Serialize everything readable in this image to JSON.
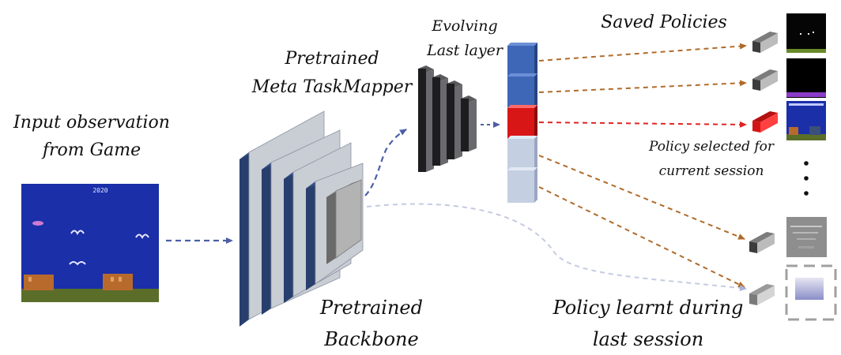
{
  "labels": {
    "input_line1": "Input observation",
    "input_line2": "from Game",
    "mapper_line1": "Pretrained",
    "mapper_line2": "Meta TaskMapper",
    "evolving_line1": "Evolving",
    "evolving_line2": "Last layer",
    "saved": "Saved Policies",
    "selected_line1": "Policy selected for",
    "selected_line2": "current session",
    "backbone_line1": "Pretrained",
    "backbone_line2": "Backbone",
    "learnt_line1": "Policy learnt during",
    "learnt_line2": "last session",
    "game_score": "2020"
  },
  "colors": {
    "game_sky": "#1a2fa8",
    "game_ground": "#5a6e2a",
    "game_building": "#b86a2c",
    "backbone_blue": "#283f6e",
    "backbone_gray": "#c9cdd4",
    "mapper_dark": "#202022",
    "block_blue": "#3f67b7",
    "block_red": "#d91616",
    "block_light": "#c5cfe2",
    "arrow_brown": "#b06b2a",
    "arrow_red": "#e02424",
    "arrow_blue": "#4b5fa6",
    "arrow_light": "#c4cbe2",
    "head_gray": "#3c3c3c"
  }
}
